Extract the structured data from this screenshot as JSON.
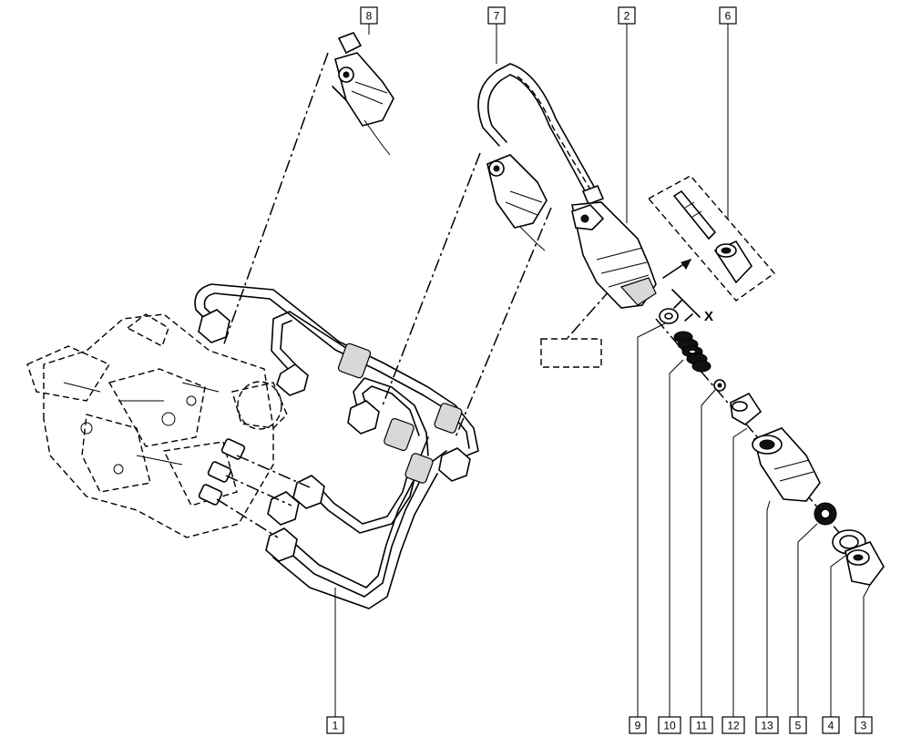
{
  "diagram": {
    "callouts": {
      "c1": "1",
      "c2": "2",
      "c3": "3",
      "c4": "4",
      "c5": "5",
      "c6": "6",
      "c7": "7",
      "c8": "8",
      "c9": "9",
      "c10": "10",
      "c11": "11",
      "c12": "12",
      "c13": "13"
    },
    "dimension_label": "X"
  }
}
